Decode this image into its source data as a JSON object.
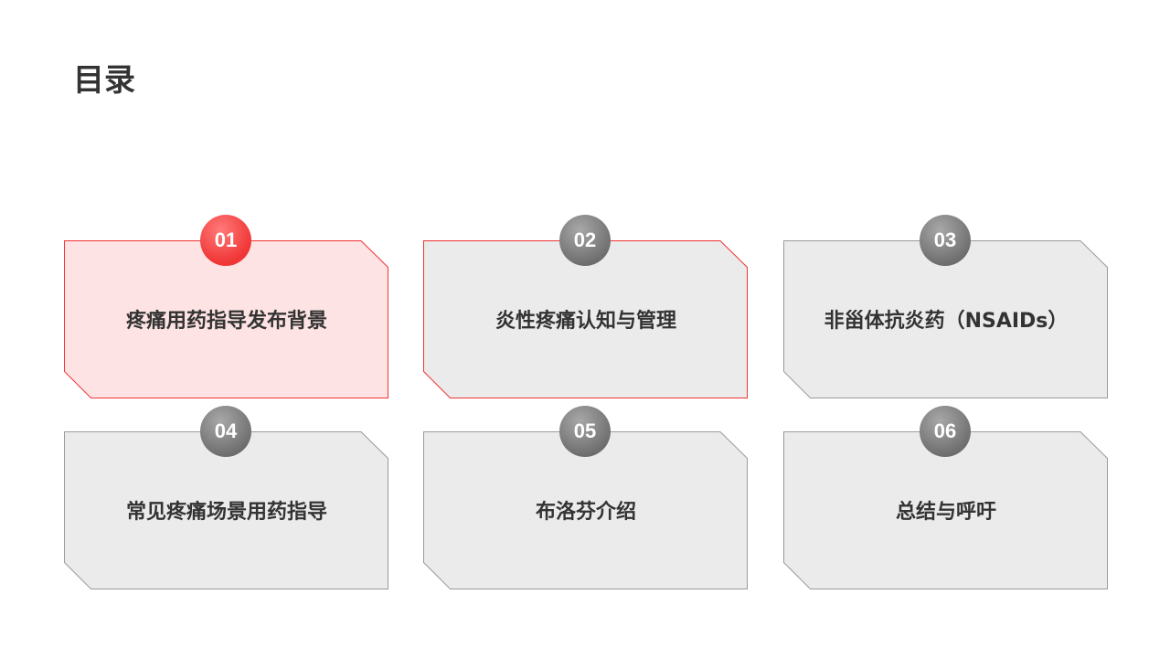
{
  "title": "目录",
  "items": [
    {
      "number": "01",
      "label": "疼痛用药指导发布背景",
      "state": "active"
    },
    {
      "number": "02",
      "label": "炎性疼痛认知与管理",
      "state": "highlight"
    },
    {
      "number": "03",
      "label": "非甾体抗炎药（NSAIDs）",
      "state": "normal"
    },
    {
      "number": "04",
      "label": "常见疼痛场景用药指导",
      "state": "normal"
    },
    {
      "number": "05",
      "label": "布洛芬介绍",
      "state": "normal"
    },
    {
      "number": "06",
      "label": "总结与呼吁",
      "state": "normal"
    }
  ],
  "colors": {
    "accent": "#f03535",
    "active_fill": "#fde3e3",
    "card_fill": "#ebebeb",
    "card_border": "#9a9a9a"
  }
}
